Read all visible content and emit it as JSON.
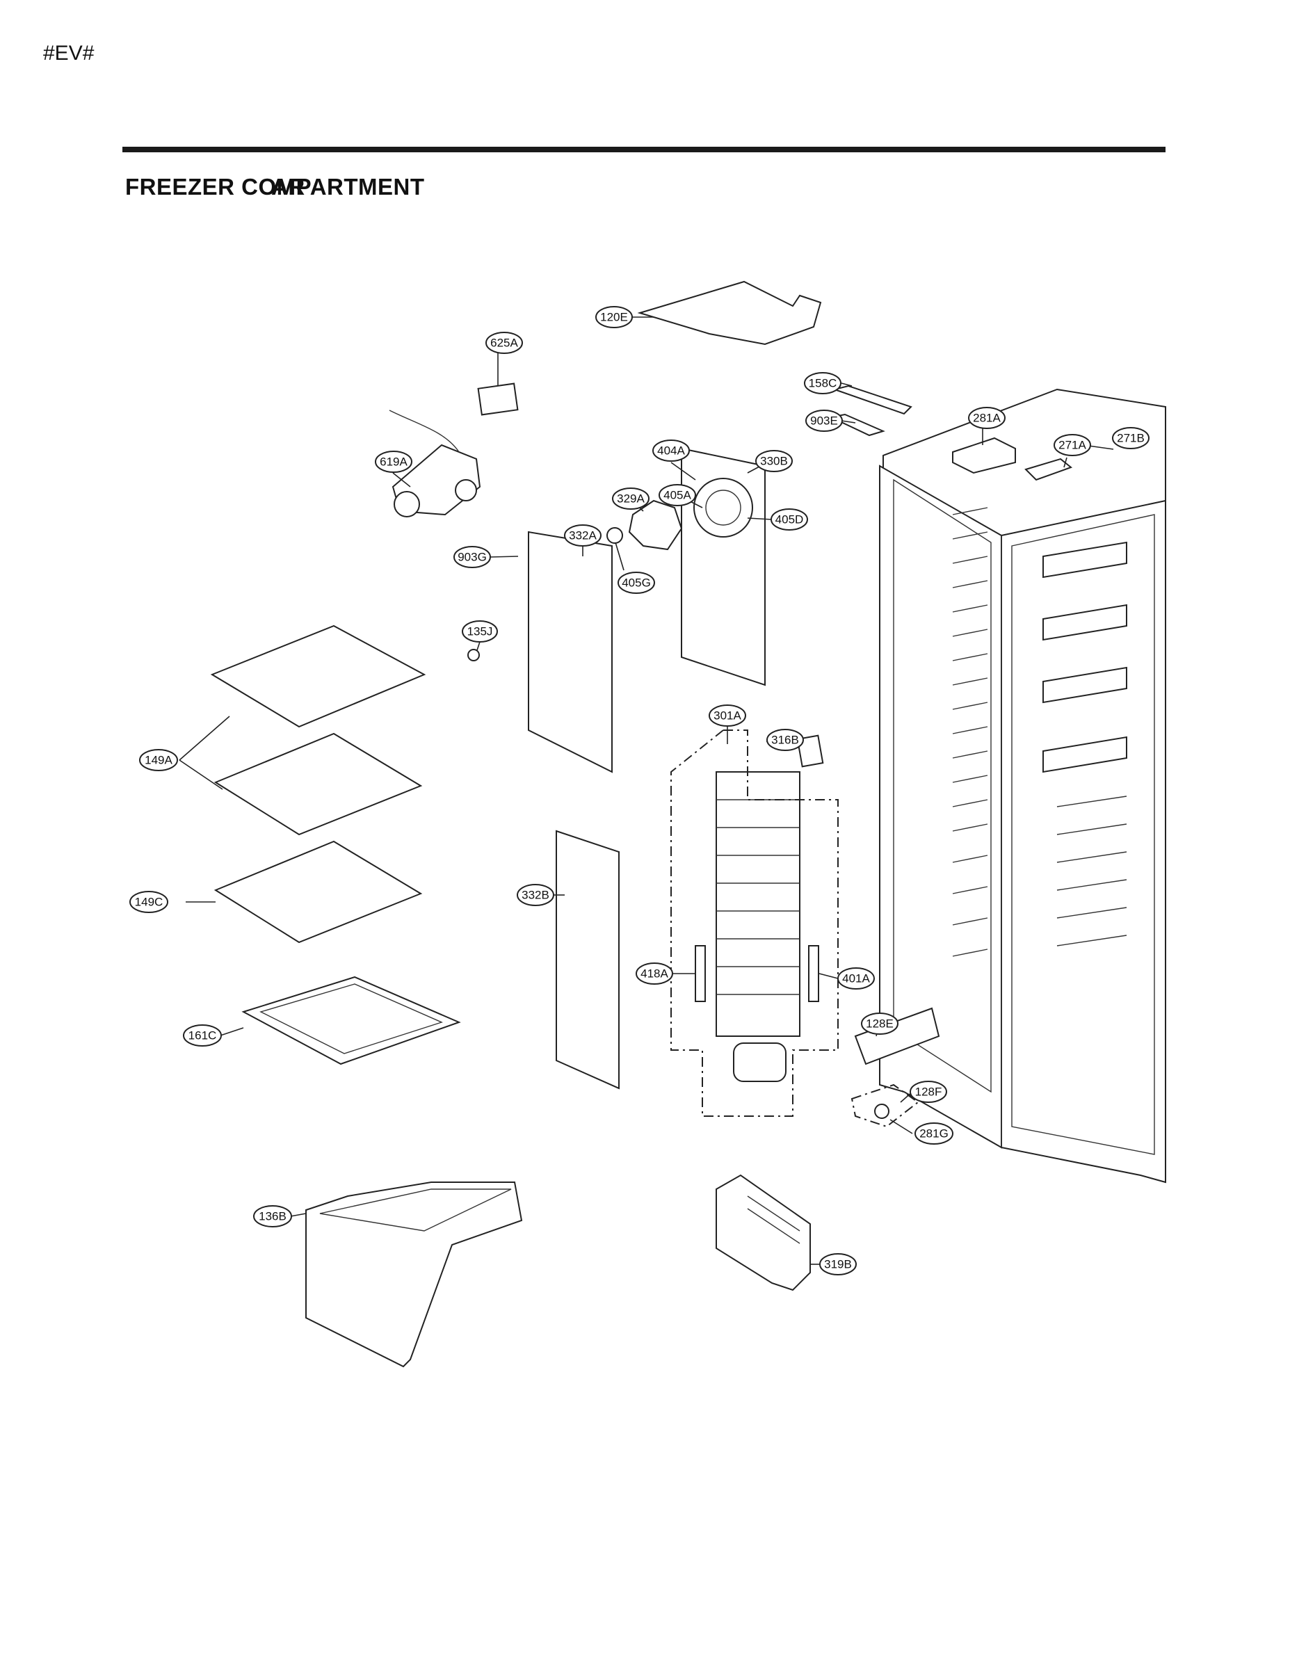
{
  "page_code": "#EV#",
  "title": "FREEZER COMPARTMENT",
  "title_overlay": "AR",
  "callouts": [
    {
      "id": "c120E",
      "label": "120E"
    },
    {
      "id": "c625A",
      "label": "625A"
    },
    {
      "id": "c158C",
      "label": "158C"
    },
    {
      "id": "c903E",
      "label": "903E"
    },
    {
      "id": "c281A",
      "label": "281A"
    },
    {
      "id": "c271A",
      "label": "271A"
    },
    {
      "id": "c271B",
      "label": "271B"
    },
    {
      "id": "c619A",
      "label": "619A"
    },
    {
      "id": "c404A",
      "label": "404A"
    },
    {
      "id": "c330B",
      "label": "330B"
    },
    {
      "id": "c405A",
      "label": "405A"
    },
    {
      "id": "c329A",
      "label": "329A"
    },
    {
      "id": "c405D",
      "label": "405D"
    },
    {
      "id": "c332A",
      "label": "332A"
    },
    {
      "id": "c903G",
      "label": "903G"
    },
    {
      "id": "c405G",
      "label": "405G"
    },
    {
      "id": "c135J",
      "label": "135J"
    },
    {
      "id": "c301A",
      "label": "301A"
    },
    {
      "id": "c316B",
      "label": "316B"
    },
    {
      "id": "c149A",
      "label": "149A"
    },
    {
      "id": "c149C",
      "label": "149C"
    },
    {
      "id": "c332B",
      "label": "332B"
    },
    {
      "id": "c418A",
      "label": "418A"
    },
    {
      "id": "c401A",
      "label": "401A"
    },
    {
      "id": "c128E",
      "label": "128E"
    },
    {
      "id": "c161C",
      "label": "161C"
    },
    {
      "id": "c128F",
      "label": "128F"
    },
    {
      "id": "c281G",
      "label": "281G"
    },
    {
      "id": "c136B",
      "label": "136B"
    },
    {
      "id": "c319B",
      "label": "319B"
    }
  ]
}
